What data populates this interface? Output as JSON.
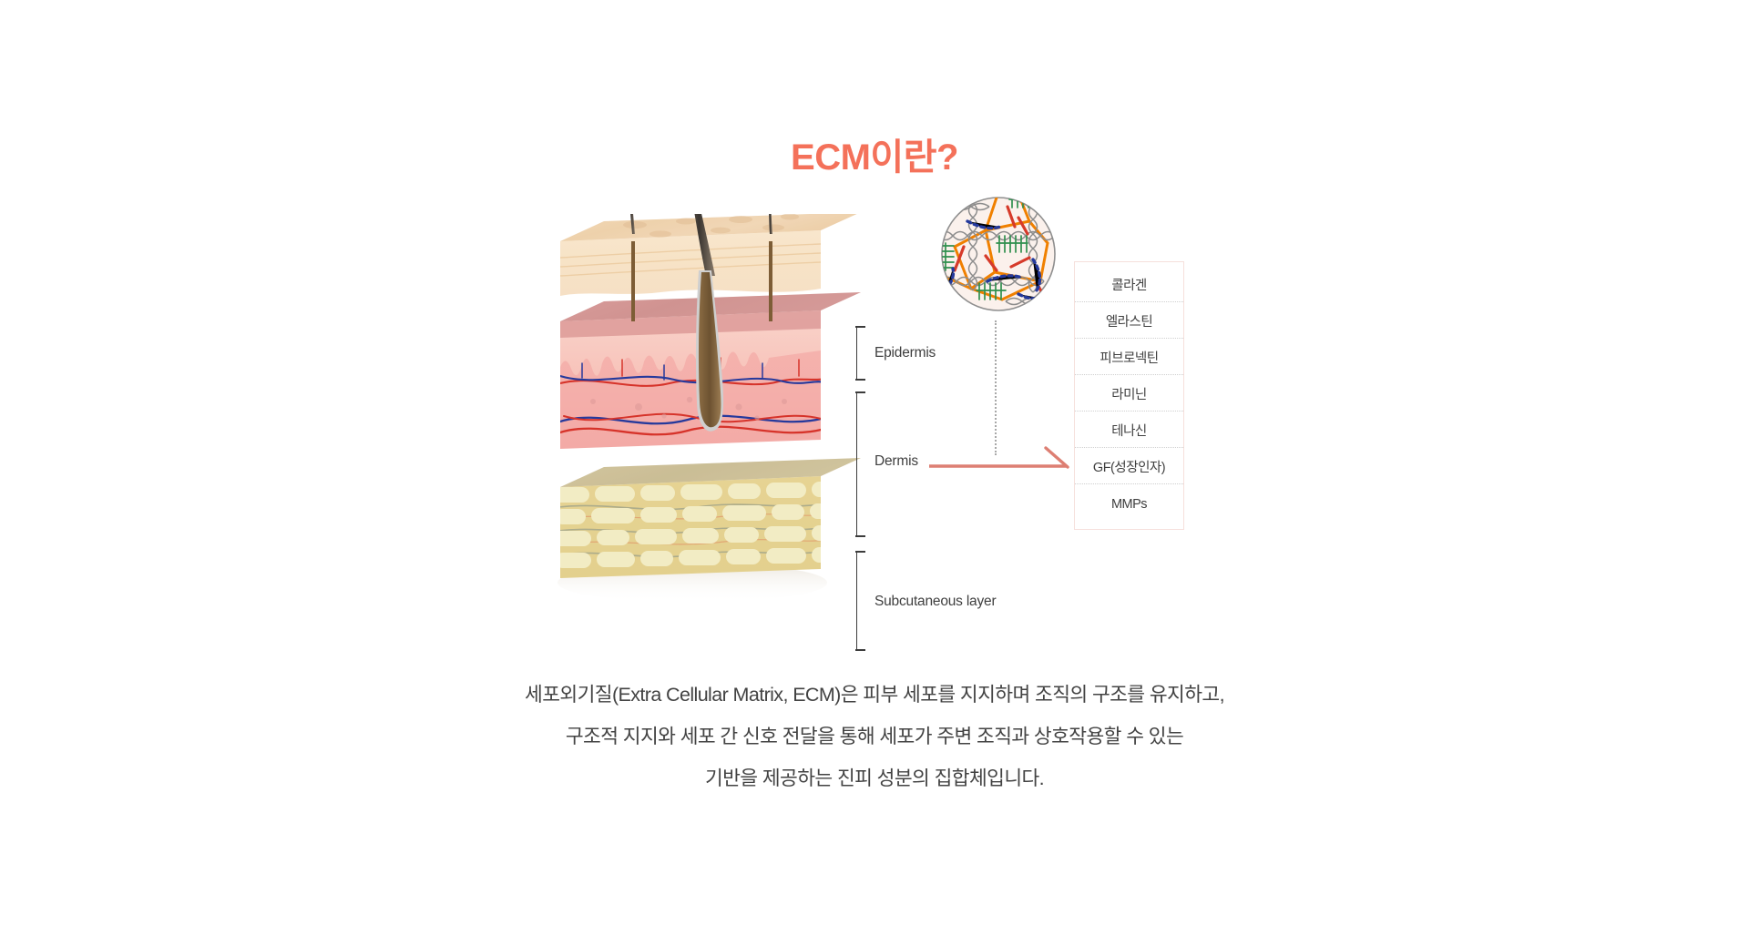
{
  "title": "ECM이란?",
  "accent_color": "#f4715a",
  "text_color": "#434343",
  "skin_layers": [
    {
      "name": "epidermis",
      "label": "Epidermis"
    },
    {
      "name": "dermis",
      "label": "Dermis"
    },
    {
      "name": "subcutaneous",
      "label": "Subcutaneous layer"
    }
  ],
  "component_box": {
    "border_color": "#f6e0dc",
    "items": [
      "콜라겐",
      "엘라스틴",
      "피브로넥틴",
      "라미닌",
      "테나신",
      "GF(성장인자)",
      "MMPs"
    ]
  },
  "ecm_inset": {
    "fiber_colors": {
      "collagen_grey": "#8c8c8c",
      "elastin_orange": "#f08000",
      "proteoglycan_green": "#2f8f4e",
      "fibronectin_red": "#d63a2a",
      "laminin_blue": "#24399c"
    },
    "background": "#fbf1ec"
  },
  "body_paragraph": {
    "line1": "세포외기질(Extra Cellular Matrix, ECM)은 피부 세포를 지지하며 조직의 구조를 유지하고,",
    "line2": "구조적 지지와 세포 간 신호 전달을 통해 세포가 주변 조직과 상호작용할 수 있는",
    "line3": "기반을 제공하는 진피 성분의 집합체입니다."
  }
}
